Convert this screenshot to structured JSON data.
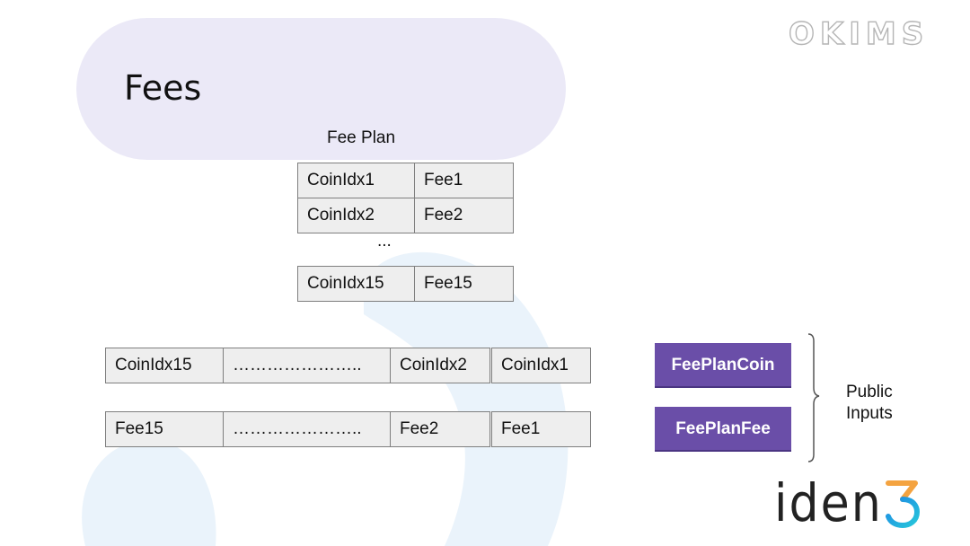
{
  "slide": {
    "title": "Fees",
    "brand_top": "OKIMS",
    "brand_bottom": "iden"
  },
  "fee_plan": {
    "caption": "Fee Plan",
    "rows": [
      {
        "coin": "CoinIdx1",
        "fee": "Fee1"
      },
      {
        "coin": "CoinIdx2",
        "fee": "Fee2"
      }
    ],
    "ellipsis": "...",
    "last_row": {
      "coin": "CoinIdx15",
      "fee": "Fee15"
    }
  },
  "coin_array": [
    "CoinIdx15",
    "…………………..",
    "CoinIdx2",
    "CoinIdx1"
  ],
  "fee_array": [
    "Fee15",
    "…………………..",
    "Fee2",
    "Fee1"
  ],
  "public_inputs": {
    "fee_plan_coin": "FeePlanCoin",
    "fee_plan_fee": "FeePlanFee",
    "label_line1": "Public",
    "label_line2": "Inputs"
  },
  "colors": {
    "purple": "#6a4ea8",
    "pill": "#ebe9f7",
    "cell_fill": "#eeeeee",
    "background_shape": "#eaf3fb"
  }
}
